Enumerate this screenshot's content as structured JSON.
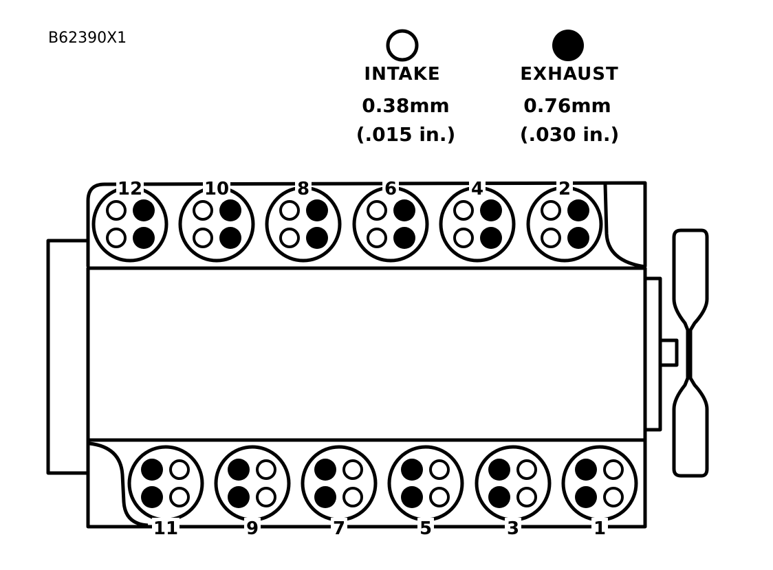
{
  "figure_code": "B62390X1",
  "legend": {
    "intake": {
      "label": "INTAKE",
      "metric": "0.38mm",
      "imperial": "(.015 in.)",
      "symbol": "open-circle"
    },
    "exhaust": {
      "label": "EXHAUST",
      "metric": "0.76mm",
      "imperial": "(.030 in.)",
      "symbol": "filled-circle"
    }
  },
  "top_bank": {
    "cylinders": [
      "12",
      "10",
      "8",
      "6",
      "4",
      "2"
    ]
  },
  "bottom_bank": {
    "cylinders": [
      "11",
      "9",
      "7",
      "5",
      "3",
      "1"
    ]
  },
  "colors": {
    "line": "#000000",
    "background": "#ffffff"
  }
}
